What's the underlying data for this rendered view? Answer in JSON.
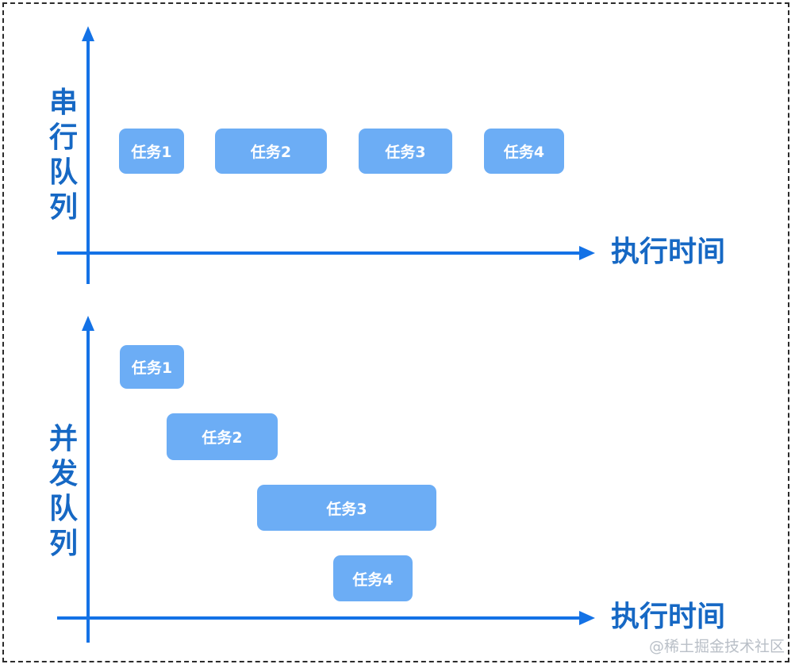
{
  "figure": {
    "background_color": "#ffffff",
    "frame_style": "dashed",
    "frame_color": "#2b2b2b",
    "axis_color": "#1472e6",
    "label_color": "#1668c4",
    "box_fill": "#6cadf5",
    "box_text_color": "#ffffff",
    "watermark": "@稀土掘金技术社区"
  },
  "chart_data": {
    "type": "bar",
    "title": "",
    "charts": [
      {
        "name": "serial-queue",
        "ylabel": "串行队列",
        "xlabel": "执行时间",
        "tasks": [
          {
            "label": "任务1",
            "start": 0.07,
            "duration": 0.13
          },
          {
            "label": "任务2",
            "start": 0.26,
            "duration": 0.22
          },
          {
            "label": "任务3",
            "start": 0.55,
            "duration": 0.19
          },
          {
            "label": "任务4",
            "start": 0.8,
            "duration": 0.16
          }
        ]
      },
      {
        "name": "concurrent-queue",
        "ylabel": "并发队列",
        "xlabel": "执行时间",
        "tasks": [
          {
            "label": "任务1",
            "start": 0.07,
            "duration": 0.13,
            "lane": 0
          },
          {
            "label": "任务2",
            "start": 0.16,
            "duration": 0.22,
            "lane": 1
          },
          {
            "label": "任务3",
            "start": 0.34,
            "duration": 0.36,
            "lane": 2
          },
          {
            "label": "任务4",
            "start": 0.49,
            "duration": 0.16,
            "lane": 3
          }
        ]
      }
    ]
  },
  "serial": {
    "ylabel": "串行队列",
    "xlabel": "执行时间",
    "tasks": [
      {
        "label": "任务1"
      },
      {
        "label": "任务2"
      },
      {
        "label": "任务3"
      },
      {
        "label": "任务4"
      }
    ]
  },
  "concurrent": {
    "ylabel": "并发队列",
    "xlabel": "执行时间",
    "tasks": [
      {
        "label": "任务1"
      },
      {
        "label": "任务2"
      },
      {
        "label": "任务3"
      },
      {
        "label": "任务4"
      }
    ]
  }
}
